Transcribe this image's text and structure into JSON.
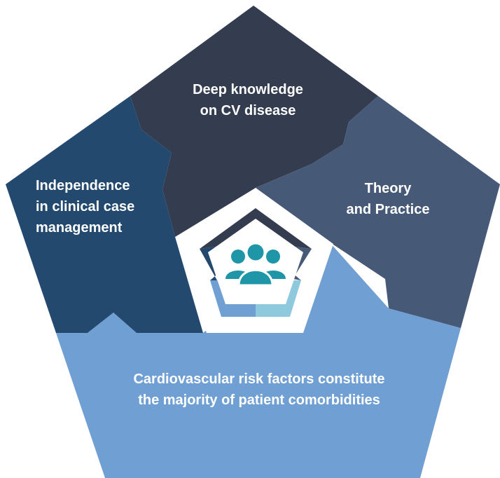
{
  "segments": {
    "top": {
      "line1": "Deep knowledge",
      "line2": "on CV disease",
      "color": "#333d4f"
    },
    "right": {
      "line1": "Theory",
      "line2": "and Practice",
      "color": "#465a78"
    },
    "left": {
      "line1": "Independence",
      "line2": "in clinical case",
      "line3": "management",
      "color": "#23496f"
    },
    "bottom": {
      "line1": "Cardiovascular risk factors constitute",
      "line2": "the majority of patient comorbidities",
      "color": "#6f9fd3"
    }
  },
  "center": {
    "icon": "people-group-icon",
    "icon_color": "#1e96a8",
    "ring_colors": [
      "#333d4f",
      "#465a78",
      "#6f9fd3",
      "#8ec9dd"
    ]
  }
}
